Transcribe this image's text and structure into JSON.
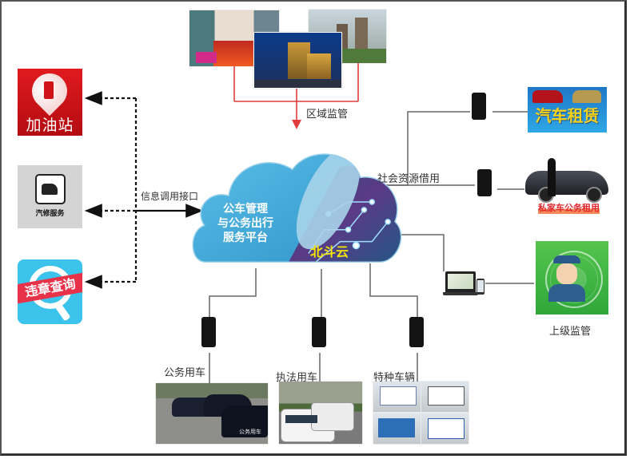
{
  "left_services": [
    {
      "id": "gas-station",
      "label": "加油站",
      "color": "#cc1016"
    },
    {
      "id": "auto-repair",
      "label": "汽修服务",
      "color": "#d3d3d3"
    },
    {
      "id": "violation-query",
      "label": "违章查询",
      "color": "#3bbfe6"
    }
  ],
  "connectors": {
    "info_interface": "信息调用接口",
    "regional_supervision": "区域监管",
    "social_resources": "社会资源借用"
  },
  "cloud": {
    "platform_lines": [
      "公车管理",
      "与公务出行",
      "服务平台"
    ],
    "beidou": "北斗云",
    "platform_color": "#3aa9dc",
    "beidou_color": "#f3e500"
  },
  "right_partners": [
    {
      "id": "car-rental",
      "label": "汽车租赁"
    },
    {
      "id": "private-car-rental",
      "label": "私家车公务租用"
    }
  ],
  "supervision": {
    "label": "上级监管",
    "color": "#3cb34a"
  },
  "vehicle_groups": [
    {
      "id": "official-cars",
      "label": "公务用车",
      "plate": "公务用车"
    },
    {
      "id": "law-enforcement",
      "label": "执法用车"
    },
    {
      "id": "special-vehicles",
      "label": "特种车辆"
    }
  ],
  "colors": {
    "wire": "#666666",
    "red_wire": "#e23b3b",
    "dashed": "#111111"
  }
}
